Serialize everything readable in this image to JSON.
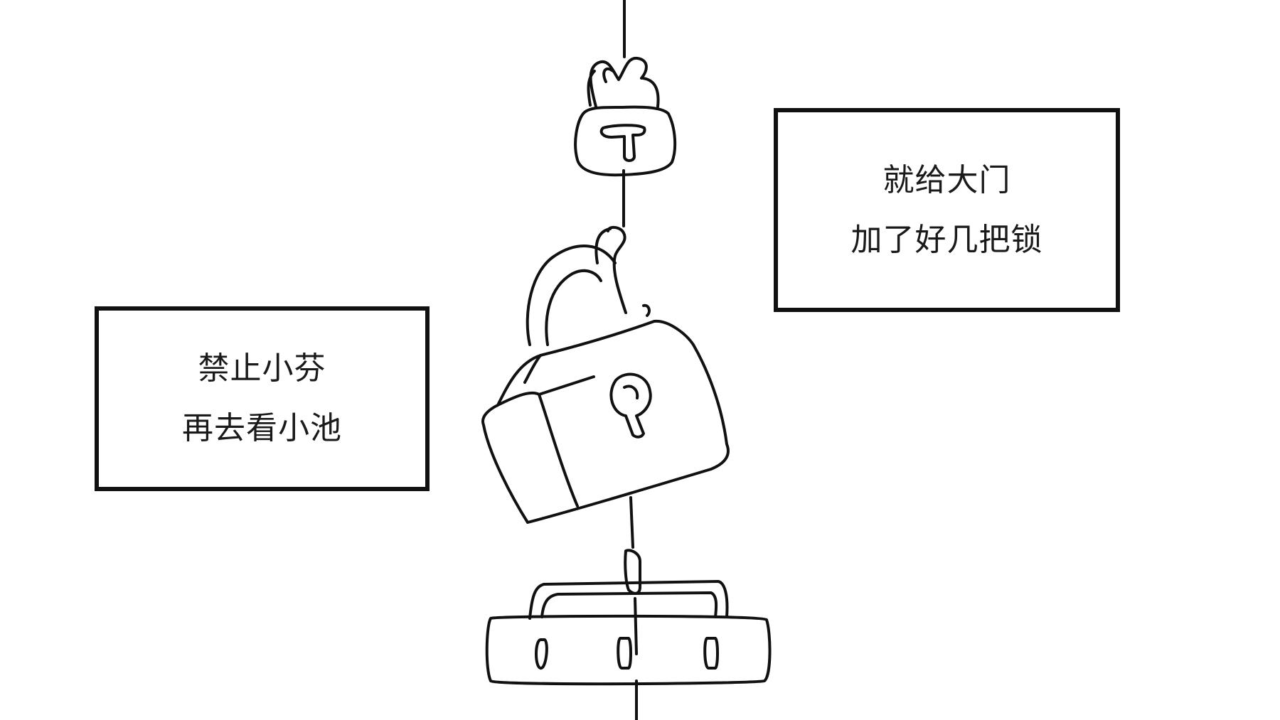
{
  "captions": {
    "left": {
      "line1": "禁止小芬",
      "line2": "再去看小池"
    },
    "right": {
      "line1": "就给大门",
      "line2": "加了好几把锁"
    }
  },
  "drawing": {
    "style": "black ink line sketch on white",
    "ink_color": "#111111",
    "background_color": "#ffffff",
    "objects": [
      "chain-line",
      "small-padlock",
      "large-padlock",
      "bar-lock"
    ]
  }
}
